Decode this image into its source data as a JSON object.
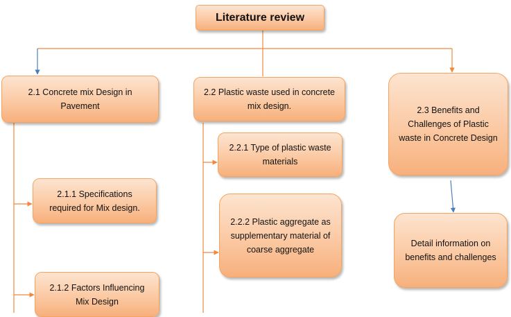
{
  "diagram": {
    "root": "Literature review",
    "branches": [
      {
        "id": "2.1",
        "label": "2.1 Concrete mix Design in Pavement",
        "children": [
          "2.1.1 Specifications required for Mix design.",
          "2.1.2 Factors Influencing Mix Design"
        ]
      },
      {
        "id": "2.2",
        "label": "2.2 Plastic waste used in concrete mix design.",
        "children": [
          "2.2.1 Type of plastic waste materials",
          "2.2.2 Plastic aggregate as supplementary material of coarse aggregate"
        ]
      },
      {
        "id": "2.3",
        "label": "2.3 Benefits and Challenges of Plastic waste in Concrete Design",
        "children": [
          "Detail information on benefits and challenges"
        ]
      }
    ]
  },
  "colors": {
    "connector_orange": "#f0883e",
    "connector_blue": "#4a7ebb",
    "box_border": "#f4a460"
  }
}
